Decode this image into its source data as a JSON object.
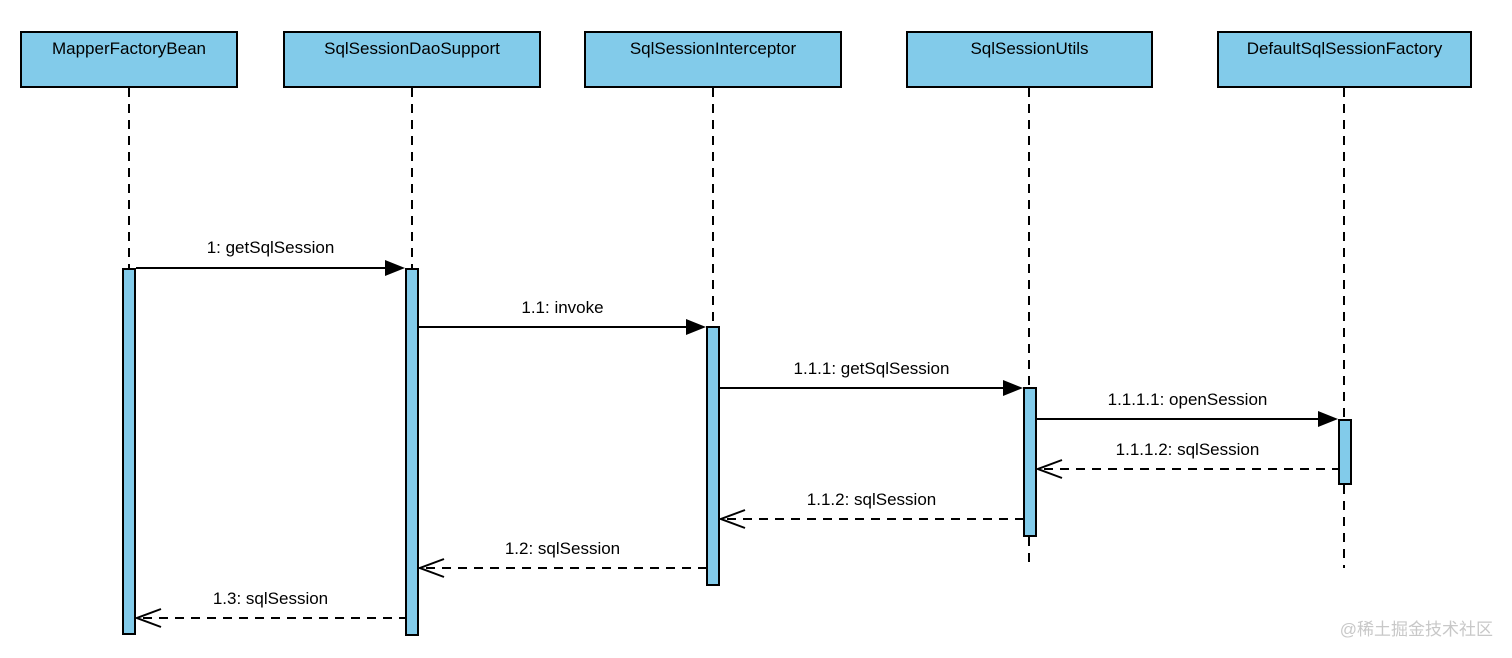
{
  "diagram_type": "uml-sequence-diagram",
  "participants": [
    {
      "name": "MapperFactoryBean"
    },
    {
      "name": "SqlSessionDaoSupport"
    },
    {
      "name": "SqlSessionInterceptor"
    },
    {
      "name": "SqlSessionUtils"
    },
    {
      "name": "DefaultSqlSessionFactory"
    }
  ],
  "messages": [
    {
      "label": "1: getSqlSession",
      "type": "sync",
      "from": "MapperFactoryBean",
      "to": "SqlSessionDaoSupport"
    },
    {
      "label": "1.1: invoke",
      "type": "sync",
      "from": "SqlSessionDaoSupport",
      "to": "SqlSessionInterceptor"
    },
    {
      "label": "1.1.1: getSqlSession",
      "type": "sync",
      "from": "SqlSessionInterceptor",
      "to": "SqlSessionUtils"
    },
    {
      "label": "1.1.1.1: openSession",
      "type": "sync",
      "from": "SqlSessionUtils",
      "to": "DefaultSqlSessionFactory"
    },
    {
      "label": "1.1.1.2: sqlSession",
      "type": "return",
      "from": "DefaultSqlSessionFactory",
      "to": "SqlSessionUtils"
    },
    {
      "label": "1.1.2: sqlSession",
      "type": "return",
      "from": "SqlSessionUtils",
      "to": "SqlSessionInterceptor"
    },
    {
      "label": "1.2: sqlSession",
      "type": "return",
      "from": "SqlSessionInterceptor",
      "to": "SqlSessionDaoSupport"
    },
    {
      "label": "1.3: sqlSession",
      "type": "return",
      "from": "SqlSessionDaoSupport",
      "to": "MapperFactoryBean"
    }
  ],
  "watermark": "@稀土掘金技术社区",
  "colors": {
    "participant_fill": "#82CBEA",
    "line": "#000000",
    "watermark": "#C8C8C8",
    "background": "#FFFFFF"
  }
}
